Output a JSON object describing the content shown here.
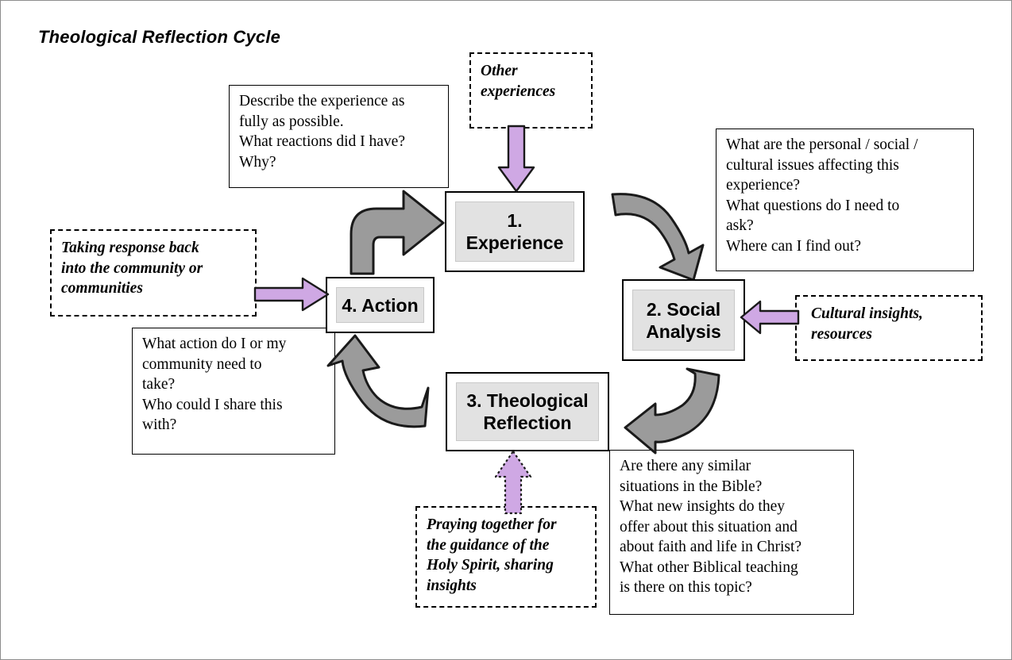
{
  "page": {
    "title": "Theological Reflection Cycle",
    "frame_border_color": "#8d8d8d",
    "background": "#ffffff"
  },
  "colors": {
    "node_plate": "#e2e2e2",
    "grey_arrow": "#9b9b9b",
    "purple_arrow": "#cfa8e4",
    "outline": "#000000"
  },
  "nodes": [
    {
      "id": "experience",
      "label": "1.\nExperience"
    },
    {
      "id": "social-analysis",
      "label": "2. Social\nAnalysis"
    },
    {
      "id": "theological-reflection",
      "label": "3. Theological\nReflection"
    },
    {
      "id": "action",
      "label": "4. Action"
    }
  ],
  "question_boxes": [
    {
      "id": "experience-questions",
      "text": "Describe the experience as\nfully as possible.\nWhat reactions did I have?\nWhy?"
    },
    {
      "id": "social-analysis-questions",
      "text": "What are the personal / social /\ncultural issues affecting this\nexperience?\nWhat questions do I need to\nask?\nWhere can I find out?"
    },
    {
      "id": "theological-reflection-questions",
      "text": "Are there any similar\nsituations in the Bible?\nWhat new insights do they\noffer about this situation and\nabout faith and life in Christ?\nWhat other Biblical teaching\nis there on this topic?"
    },
    {
      "id": "action-questions",
      "text": "What action do I or my\ncommunity need to\ntake?\nWho could I share this\nwith?"
    }
  ],
  "annotation_boxes": [
    {
      "id": "other-experiences",
      "text": "Other\nexperiences"
    },
    {
      "id": "cultural-insights",
      "text": "Cultural insights,\nresources"
    },
    {
      "id": "taking-response-back",
      "text": "Taking response back\ninto the community or\ncommunities"
    },
    {
      "id": "praying-together",
      "text": "Praying together for\nthe guidance of the\nHoly Spirit, sharing\ninsights"
    }
  ],
  "arrows": [
    {
      "id": "other-experiences-to-experience",
      "style": "purple",
      "direction": "down"
    },
    {
      "id": "cultural-insights-to-social-analysis",
      "style": "purple",
      "direction": "left"
    },
    {
      "id": "taking-response-to-action",
      "style": "purple",
      "direction": "right"
    },
    {
      "id": "praying-to-theological-reflection",
      "style": "purple-dotted",
      "direction": "up"
    },
    {
      "id": "action-to-experience",
      "style": "grey-curved",
      "direction": "right"
    },
    {
      "id": "experience-to-social-analysis",
      "style": "grey-curved",
      "direction": "down-right"
    },
    {
      "id": "social-analysis-to-theological-reflection",
      "style": "grey-curved",
      "direction": "down-left"
    },
    {
      "id": "theological-reflection-to-action",
      "style": "grey-curved",
      "direction": "up-left"
    }
  ]
}
